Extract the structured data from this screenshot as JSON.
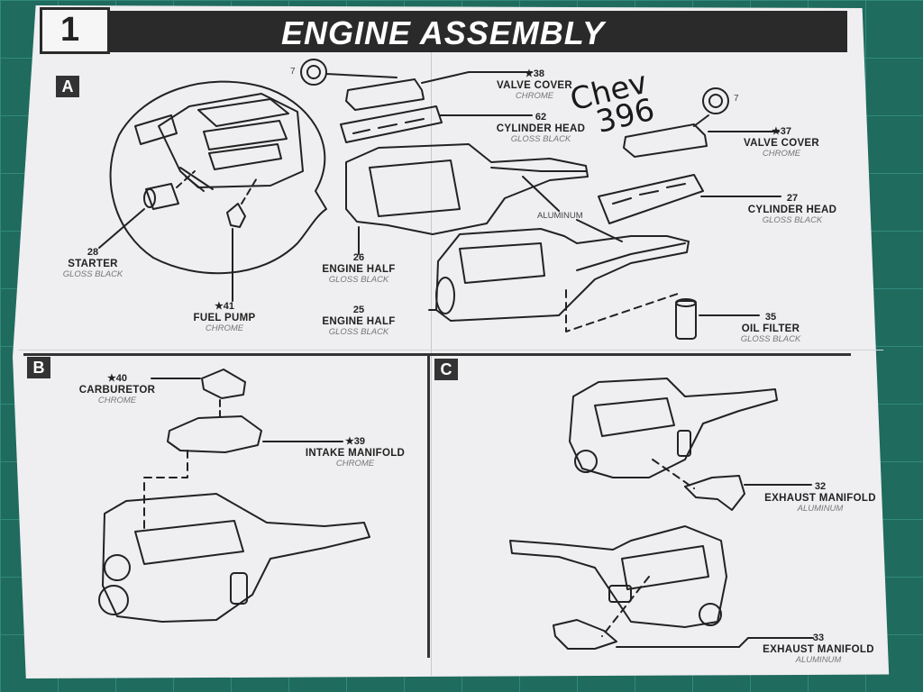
{
  "step": "1",
  "title": "ENGINE ASSEMBLY",
  "handwritten": [
    "Chev",
    "396"
  ],
  "sections": {
    "a": "A",
    "b": "B",
    "c": "C"
  },
  "parts": {
    "p38": {
      "num": "★38",
      "name": "VALVE COVER",
      "finish": "CHROME"
    },
    "p62": {
      "num": "62",
      "name": "CYLINDER HEAD",
      "finish": "GLOSS BLACK"
    },
    "p37": {
      "num": "★37",
      "name": "VALVE COVER",
      "finish": "CHROME"
    },
    "p27": {
      "num": "27",
      "name": "CYLINDER HEAD",
      "finish": "GLOSS BLACK"
    },
    "p28": {
      "num": "28",
      "name": "STARTER",
      "finish": "GLOSS BLACK"
    },
    "p26": {
      "num": "26",
      "name": "ENGINE HALF",
      "finish": "GLOSS BLACK"
    },
    "p41": {
      "num": "★41",
      "name": "FUEL PUMP",
      "finish": "CHROME"
    },
    "p25": {
      "num": "25",
      "name": "ENGINE HALF",
      "finish": "GLOSS BLACK"
    },
    "p35": {
      "num": "35",
      "name": "OIL FILTER",
      "finish": "GLOSS BLACK"
    },
    "p40": {
      "num": "★40",
      "name": "CARBURETOR",
      "finish": "CHROME"
    },
    "p39": {
      "num": "★39",
      "name": "INTAKE MANIFOLD",
      "finish": "CHROME"
    },
    "p32": {
      "num": "32",
      "name": "EXHAUST MANIFOLD",
      "finish": "ALUMINUM"
    },
    "p33": {
      "num": "33",
      "name": "EXHAUST MANIFOLD",
      "finish": "ALUMINUM"
    }
  },
  "aluminum_callout": "ALUMINUM",
  "ref_a": "7",
  "ref_b": "7"
}
